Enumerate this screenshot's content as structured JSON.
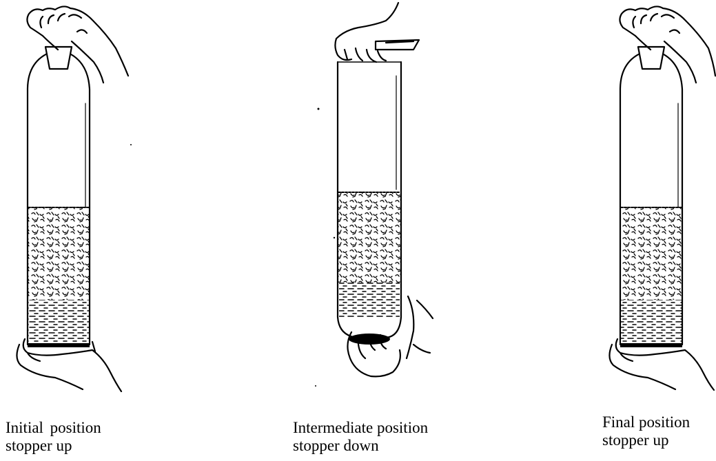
{
  "figure": {
    "panels": [
      {
        "position_label": "Initial  position",
        "stopper_label": "stopper up",
        "stopper": "up"
      },
      {
        "position_label": "Intermediate position",
        "stopper_label": "stopper down",
        "stopper": "down"
      },
      {
        "position_label": "Final position",
        "stopper_label": "stopper up",
        "stopper": "up"
      }
    ]
  }
}
